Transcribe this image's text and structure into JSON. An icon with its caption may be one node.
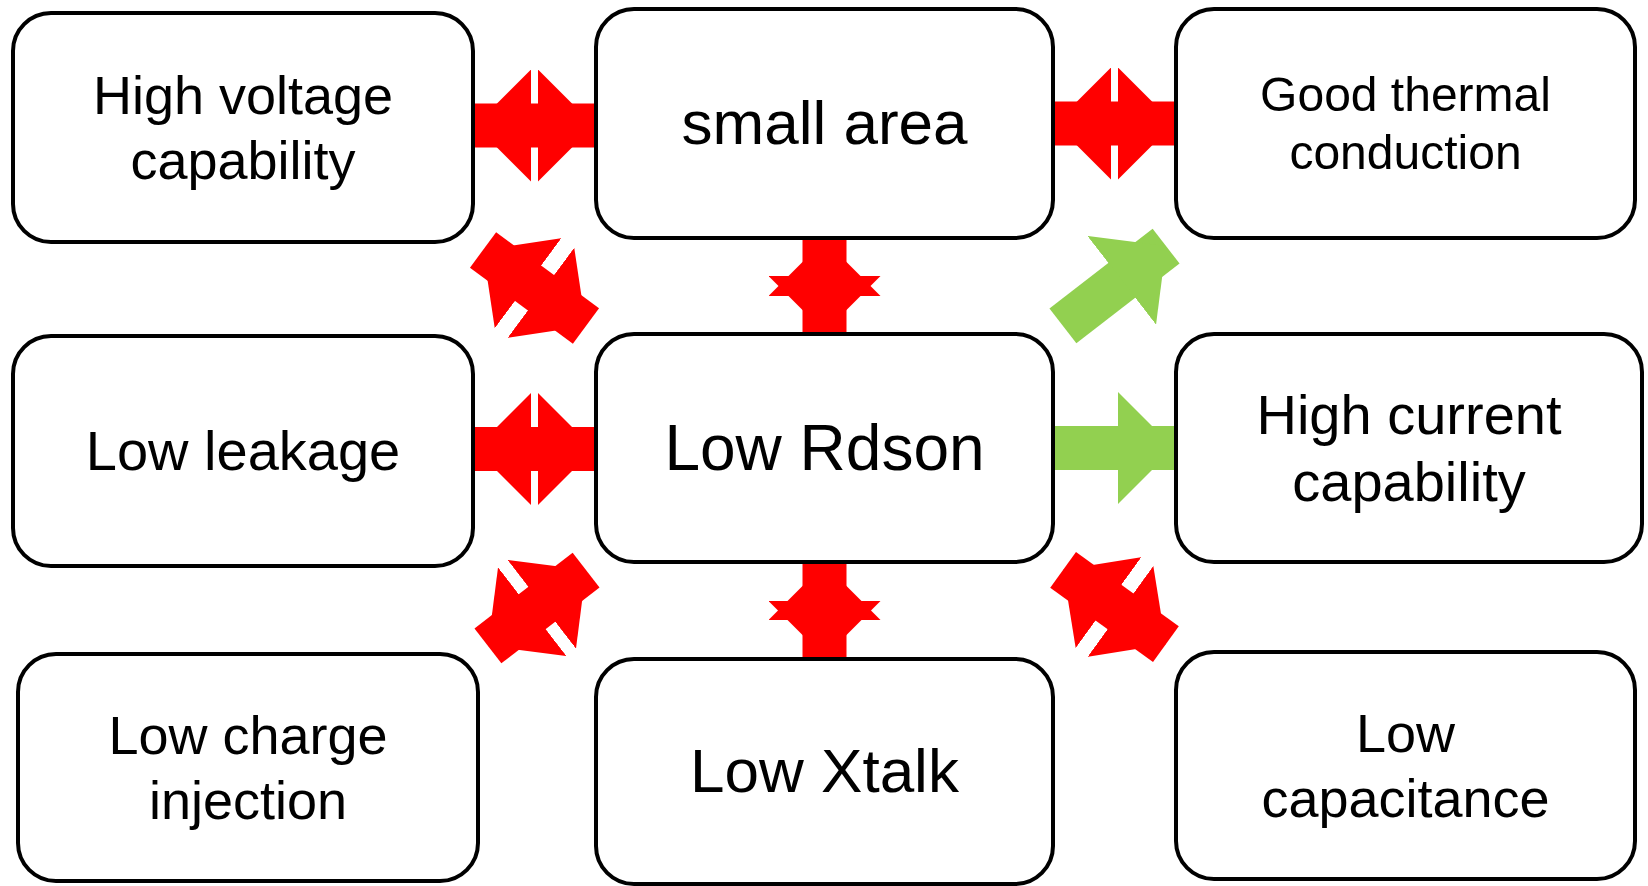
{
  "diagram": {
    "nodes": [
      {
        "text": [
          "High voltage capability"
        ]
      },
      {
        "text": [
          "small area"
        ]
      },
      {
        "text": [
          "Good thermal conduction"
        ]
      },
      {
        "text": [
          "Low leakage"
        ]
      },
      {
        "text": [
          "Low Rdson"
        ]
      },
      {
        "text": [
          "High current capability"
        ]
      },
      {
        "text": [
          "Low charge injection"
        ]
      },
      {
        "text": [
          "Low Xtalk"
        ]
      },
      {
        "text": [
          "Low capacitance"
        ]
      }
    ],
    "edges": [
      {
        "from": 0,
        "to": 1,
        "arrow": "both"
      },
      {
        "from": 1,
        "to": 2,
        "arrow": "both"
      },
      {
        "from": 0,
        "to": 4,
        "arrow": "both"
      },
      {
        "from": 1,
        "to": 4,
        "arrow": "both"
      },
      {
        "from": 4,
        "to": 2,
        "arrow": "to",
        "color": "#92d050"
      },
      {
        "from": 3,
        "to": 4,
        "arrow": "both"
      },
      {
        "from": 4,
        "to": 5,
        "arrow": "to",
        "color": "#92d050"
      },
      {
        "from": 6,
        "to": 4,
        "arrow": "both"
      },
      {
        "from": 4,
        "to": 7,
        "arrow": "both"
      },
      {
        "from": 4,
        "to": 8,
        "arrow": "both"
      }
    ]
  }
}
